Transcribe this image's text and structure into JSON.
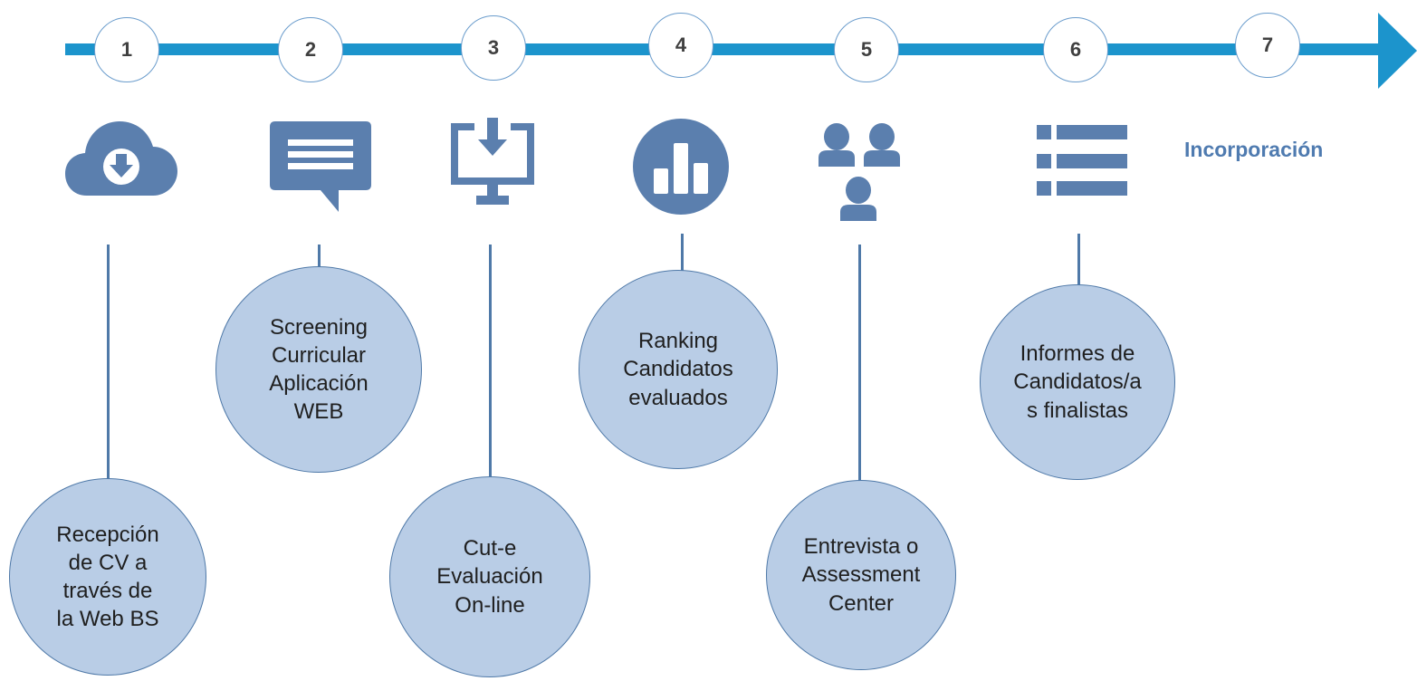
{
  "colors": {
    "timeline": "#1c94cc",
    "icon": "#5b7fae",
    "node_fill": "#b9cde6",
    "node_border": "#4f79a8",
    "label_accent": "#4f7bb0"
  },
  "steps": [
    {
      "number": "1",
      "icon": "cloud-download-icon",
      "label": "Recepción\nde CV a\ntravés de\nla Web BS"
    },
    {
      "number": "2",
      "icon": "speech-bubble-icon",
      "label": "Screening\nCurricular\nAplicación\nWEB"
    },
    {
      "number": "3",
      "icon": "monitor-download-icon",
      "label": "Cut-e\nEvaluación\nOn-line"
    },
    {
      "number": "4",
      "icon": "bar-chart-icon",
      "label": "Ranking\nCandidatos\nevaluados"
    },
    {
      "number": "5",
      "icon": "users-group-icon",
      "label": "Entrevista o\nAssessment\nCenter"
    },
    {
      "number": "6",
      "icon": "list-icon",
      "label": "Informes de\nCandidatos/a\ns finalistas"
    },
    {
      "number": "7",
      "label": "Incorporación"
    }
  ]
}
